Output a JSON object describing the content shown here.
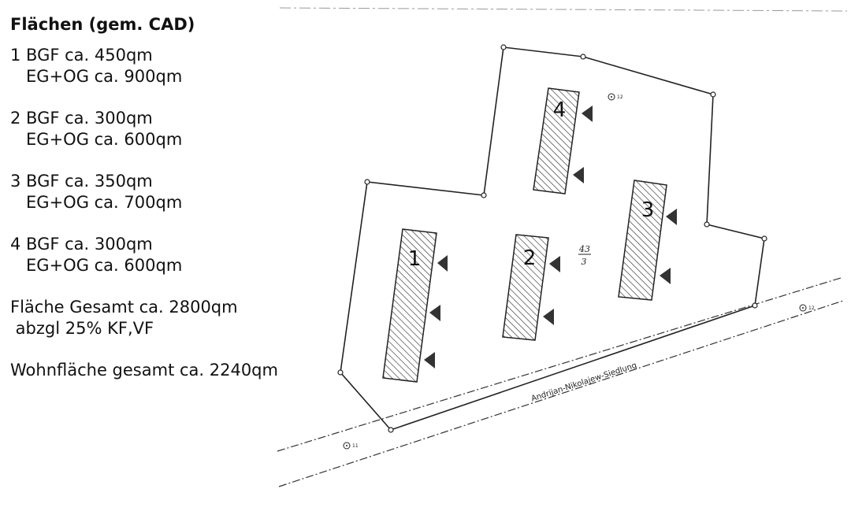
{
  "heading": "Flächen (gem. CAD)",
  "areas": [
    {
      "line1": "1 BGF ca. 450qm",
      "line2": "   EG+OG ca. 900qm"
    },
    {
      "line1": "2 BGF ca. 300qm",
      "line2": "   EG+OG ca. 600qm"
    },
    {
      "line1": "3 BGF ca. 350qm",
      "line2": "   EG+OG ca. 700qm"
    },
    {
      "line1": "4 BGF ca. 300qm",
      "line2": "   EG+OG ca. 600qm"
    }
  ],
  "total": {
    "line1": "Fläche Gesamt ca. 2800qm",
    "line2": " abzgl 25% KF,VF"
  },
  "living": "Wohnfläche gesamt ca. 2240qm",
  "plan": {
    "buildings": [
      {
        "label": "1"
      },
      {
        "label": "2"
      },
      {
        "label": "3"
      },
      {
        "label": "4"
      }
    ],
    "parcel_number": "43",
    "parcel_sub": "3",
    "street": "Andrijan-Nikolajew-Siedlung",
    "survey_points": [
      "12",
      "12",
      "11"
    ]
  },
  "colors": {
    "ink": "#111111",
    "line": "#222222",
    "hatch": "#333333"
  }
}
